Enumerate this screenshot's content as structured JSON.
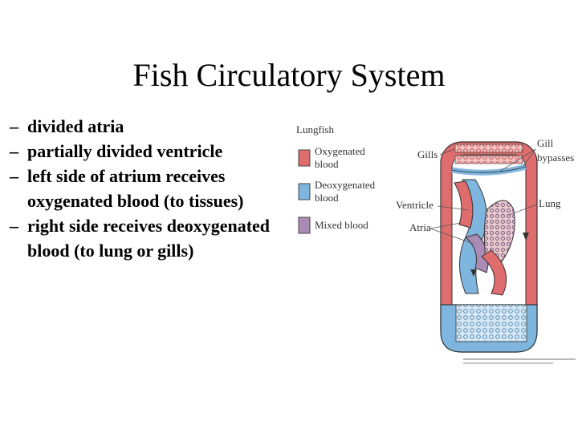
{
  "slide": {
    "title": "Fish Circulatory System",
    "bullets": [
      {
        "dash": "–",
        "text": " divided atria"
      },
      {
        "dash": "–",
        "text": "partially divided ventricle"
      },
      {
        "dash": "–",
        "text": "left side of atrium receives oxygenated blood (to tissues)"
      },
      {
        "dash": "–",
        "text": "right side receives deoxygenated blood (to lung or gills)"
      }
    ]
  },
  "diagram": {
    "heading": "Lungfish",
    "legend": [
      {
        "label_lines": [
          "Oxygenated",
          "blood"
        ],
        "color": "#e06d6d"
      },
      {
        "label_lines": [
          "Deoxygenated",
          "blood"
        ],
        "color": "#7fb6df"
      },
      {
        "label_lines": [
          "Mixed blood"
        ],
        "color": "#a98bb5"
      }
    ],
    "labels": {
      "gills": "Gills",
      "gill_bypasses_lines": [
        "Gill",
        "bypasses"
      ],
      "lung": "Lung",
      "ventricle": "Ventricle",
      "atria": "Atria"
    },
    "colors": {
      "oxygenated": "#e06d6d",
      "deoxygenated": "#7fb6df",
      "mixed": "#a98bb5",
      "vessel_outline": "#333333"
    }
  }
}
